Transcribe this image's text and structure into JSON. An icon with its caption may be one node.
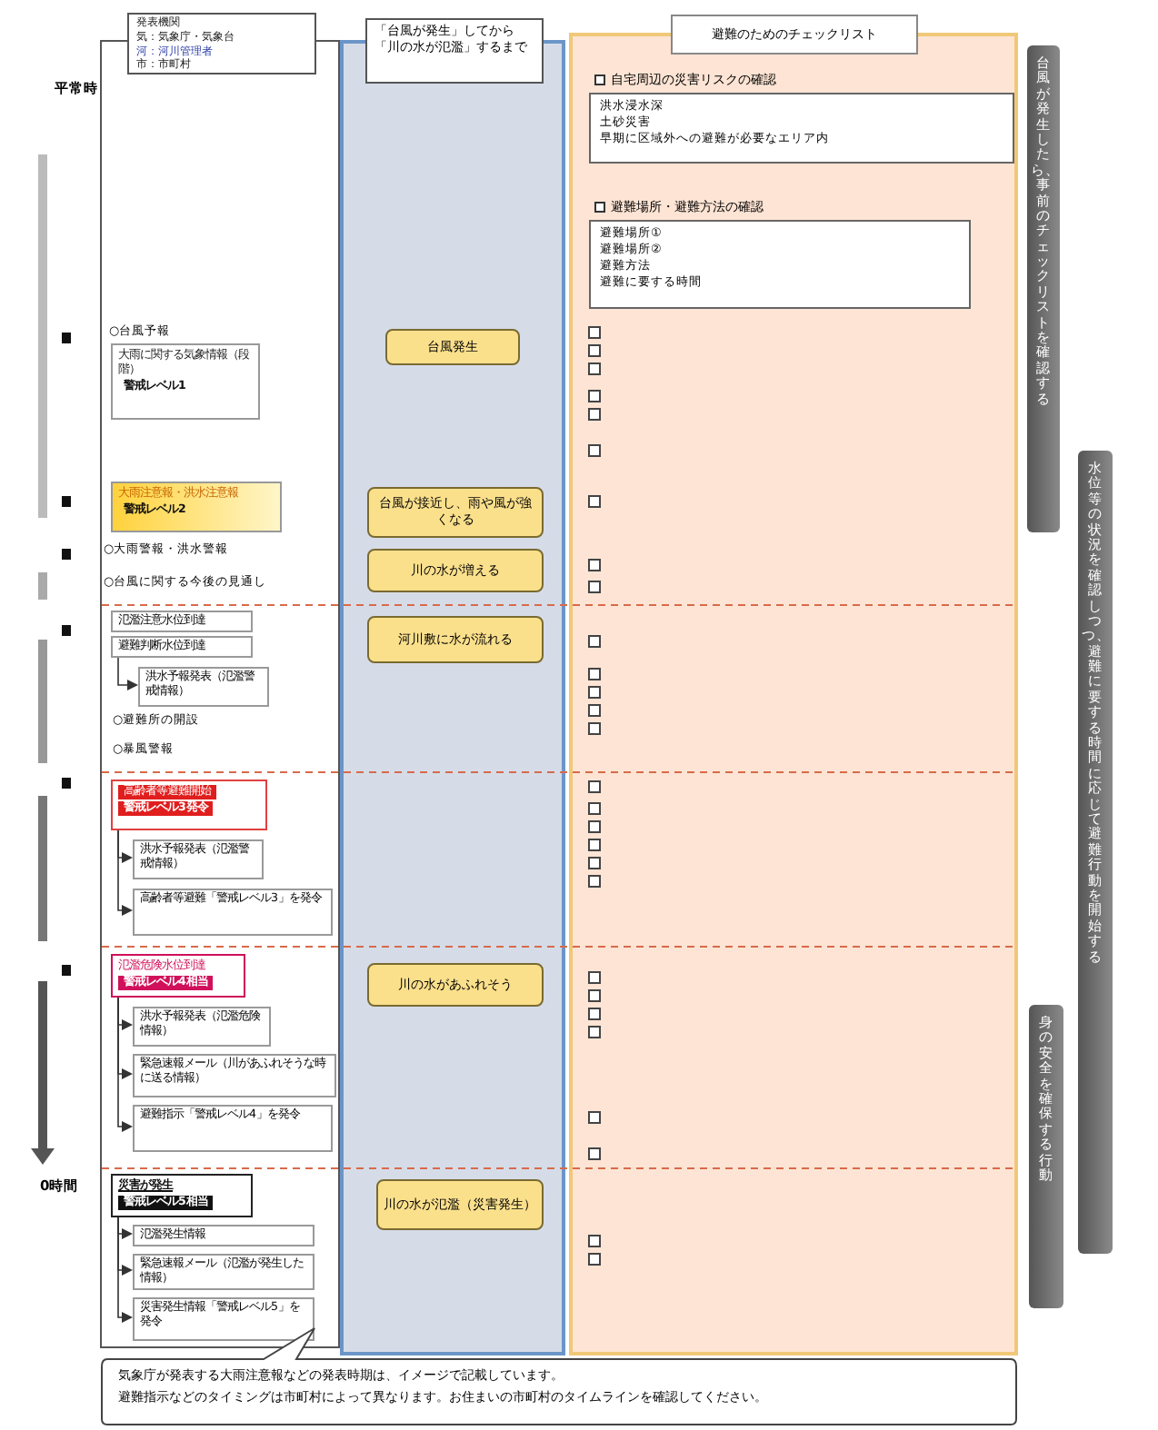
{
  "diagram": {
    "nodes": [
      {
        "text": [
          "発表機関",
          "気：気象庁・気象台",
          "河：河川管理者",
          "市：市町村"
        ]
      },
      {
        "text": [
          "「台風が発生」してから「川の水が氾濫」するまで"
        ]
      },
      {
        "text": [
          "避難のためのチェックリスト"
        ]
      },
      {
        "text": [
          "大雨に関する気象情報（段階）",
          "警戒レベル1"
        ],
        "in": 0
      },
      {
        "text": [
          "大雨注意報・洪水注意報",
          "警戒レベル2"
        ],
        "in": 0
      },
      {
        "text": [
          "氾濫注意水位到達"
        ],
        "in": 0
      },
      {
        "text": [
          "避難判断水位到達"
        ],
        "in": 0
      },
      {
        "text": [
          "洪水予報発表（氾濫警戒情報）"
        ],
        "in": 0
      },
      {
        "text": [
          "高齢者等避難開始",
          "警戒レベル3発令"
        ],
        "in": 0
      },
      {
        "text": [
          "洪水予報発表（氾濫警戒情報）"
        ],
        "in": 0
      },
      {
        "text": [
          "高齢者等避難「警戒レベル3」を発令"
        ],
        "in": 0
      },
      {
        "text": [
          "氾濫危険水位到達",
          "警戒レベル4相当"
        ],
        "in": 0
      },
      {
        "text": [
          "洪水予報発表（氾濫危険情報）"
        ],
        "in": 0
      },
      {
        "text": [
          "緊急速報メール（川があふれそうな時に送る情報）"
        ],
        "in": 0
      },
      {
        "text": [
          "避難指示「警戒レベル4」を発令"
        ],
        "in": 0
      },
      {
        "text": [
          "災害が発生",
          "警戒レベル5相当"
        ],
        "in": 0
      },
      {
        "text": [
          "氾濫発生情報"
        ],
        "in": 0
      },
      {
        "text": [
          "緊急速報メール（氾濫が発生した情報）"
        ],
        "in": 0
      },
      {
        "text": [
          "災害発生情報「警戒レベル5」を発令"
        ],
        "in": 0
      },
      {
        "text": [
          "台風発生"
        ],
        "in": 1
      },
      {
        "text": [
          "台風が接近し、雨や風が強くなる"
        ],
        "in": 1
      },
      {
        "text": [
          "川の水が増える"
        ],
        "in": 1
      },
      {
        "text": [
          "河川敷に水が流れる"
        ],
        "in": 1
      },
      {
        "text": [
          "川の水があふれそう"
        ],
        "in": 1
      },
      {
        "text": [
          "川の水が氾濫（災害発生）"
        ],
        "in": 1
      },
      {
        "text": [
          "自宅周辺の災害リスクの確認",
          "洪水浸水深",
          "土砂災害",
          "早期に区域外への避難が必要なエリア内"
        ],
        "in": 2
      },
      {
        "text": [
          "避難場所・避難方法の確認",
          "避難場所①",
          "避難場所②",
          "避難方法",
          "避難に要する時間"
        ],
        "in": 2
      },
      {
        "text": [
          "台風が発生したら、事前のチェックリストを確認する"
        ]
      },
      {
        "text": [
          "水位等の状況を確認しつつ、避難に要する時間に応じて避難行動を開始する"
        ]
      },
      {
        "text": [
          "身の安全を確保する行動"
        ]
      },
      {
        "text": [
          "気象庁が発表する大雨注意報などの発表時期は、イメージで記載しています。",
          "避難指示などのタイミングは市町村によって異なります。お住まいの市町村のタイムラインを確認してください。"
        ]
      }
    ],
    "edges": [
      {
        "from": 6,
        "to": 7,
        "arrow": "to"
      },
      {
        "from": 8,
        "to": 9,
        "arrow": "to"
      },
      {
        "from": 8,
        "to": 10,
        "arrow": "to"
      },
      {
        "from": 11,
        "to": 12,
        "arrow": "to"
      },
      {
        "from": 11,
        "to": 13,
        "arrow": "to"
      },
      {
        "from": 11,
        "to": 14,
        "arrow": "to"
      },
      {
        "from": 15,
        "to": 16,
        "arrow": "to"
      },
      {
        "from": 15,
        "to": 17,
        "arrow": "to"
      },
      {
        "from": 15,
        "to": 18,
        "arrow": "to"
      }
    ],
    "labels": [
      "平常時",
      "○台風予報",
      "○大雨警報・洪水警報",
      "○台風に関する今後の見通し",
      "○避難所の開設",
      "○暴風警報",
      "0時間"
    ]
  }
}
